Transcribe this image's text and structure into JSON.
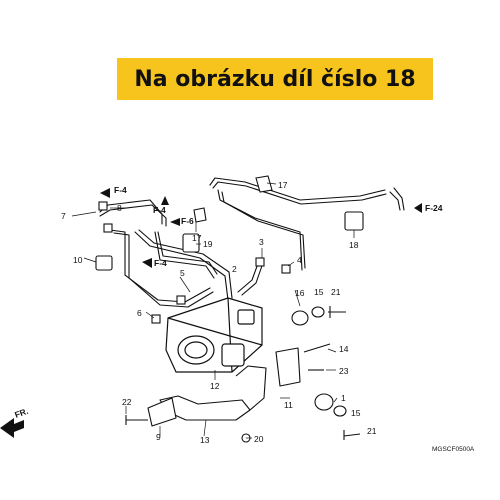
{
  "banner": {
    "text": "Na obrázku díl číslo 18",
    "background": "#f7c31d"
  },
  "diagram": {
    "callouts": [
      "1",
      "2",
      "3",
      "4",
      "5",
      "6",
      "7",
      "8",
      "9",
      "10",
      "11",
      "12",
      "13",
      "14",
      "15",
      "15",
      "16",
      "17",
      "17",
      "18",
      "19",
      "20",
      "21",
      "21",
      "22",
      "23"
    ],
    "refs": [
      "F-4",
      "F-4",
      "F-4",
      "F-6",
      "F-24"
    ],
    "front_label": "FR.",
    "drawing_code": "MGSCF0500A"
  }
}
